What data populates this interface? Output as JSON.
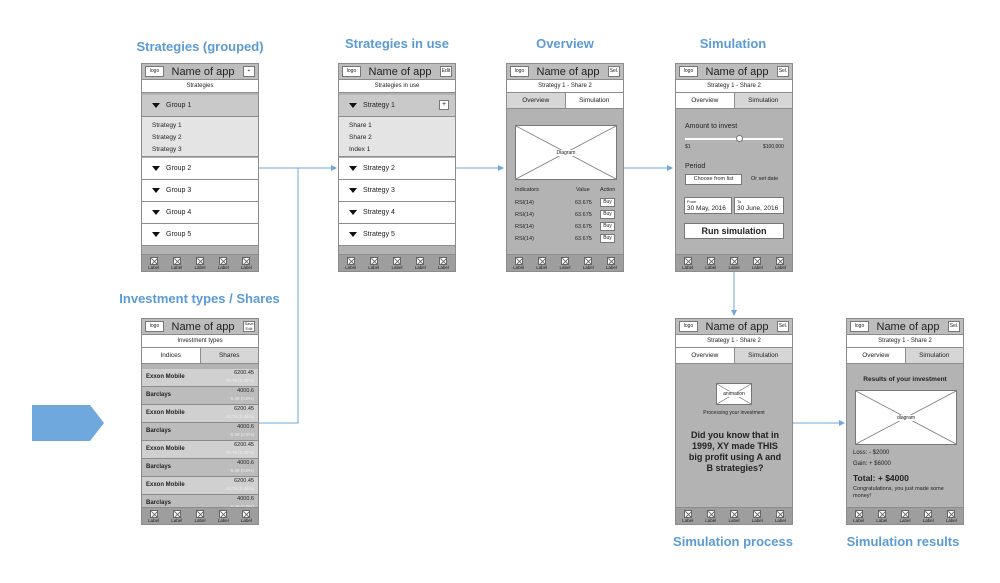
{
  "headings": {
    "strategies_grouped": "Strategies (grouped)",
    "strategies_in_use": "Strategies in use",
    "overview": "Overview",
    "simulation": "Simulation",
    "investment_types": "Investment types / Shares",
    "simulation_process": "Simulation process",
    "simulation_results": "Simulation results"
  },
  "common": {
    "logo": "logo",
    "app_name": "Name of app",
    "bottom_label": "Label",
    "tab_overview": "Overview",
    "tab_simulation": "Simulation",
    "strategy_share": "Strategy 1 - Share 2",
    "diagram": "Diagram",
    "diagram_lower": "diagram"
  },
  "screen_grouped": {
    "corner": "+",
    "subtitle": "Strategies",
    "group_open": "Group 1",
    "sub_items": [
      "Strategy 1",
      "Strategy 2",
      "Strategy 3"
    ],
    "groups": [
      "Group 2",
      "Group 3",
      "Group 4",
      "Group 5"
    ]
  },
  "screen_in_use": {
    "corner": "Edit",
    "subtitle": "Strategies in use",
    "strategy_open": "Strategy 1",
    "plus": "+",
    "sub_items": [
      "Share 1",
      "Share 2",
      "Index 1"
    ],
    "strategies": [
      "Strategy 2",
      "Strategy 3",
      "Strategy 4",
      "Strategy 5"
    ]
  },
  "screen_overview": {
    "corner": "Sel.",
    "col_indicators": "Indicators",
    "col_value": "Value",
    "col_action": "Action",
    "rows": [
      {
        "indicator": "RSI(14)",
        "value": "63.675",
        "action": "Buy"
      },
      {
        "indicator": "RSI(14)",
        "value": "63.675",
        "action": "Buy"
      },
      {
        "indicator": "RSI(14)",
        "value": "63.675",
        "action": "Buy"
      },
      {
        "indicator": "RSI(14)",
        "value": "63.675",
        "action": "Buy"
      }
    ]
  },
  "screen_simulation": {
    "corner": "Sel.",
    "amount_label": "Amount to invest",
    "slider_min": "$1",
    "slider_max": "$100,000",
    "period_label": "Period",
    "choose_list": "Choose from list",
    "or_set_date": "Or set date",
    "from_label": "From",
    "from_value": "30 May, 2016",
    "to_label": "To",
    "to_value": "30 June, 2016",
    "run_button": "Run simulation"
  },
  "screen_investment": {
    "corner": "Save Edit",
    "subtitle": "Investment types",
    "tab_indices": "Indices",
    "tab_shares": "Shares",
    "rows": [
      {
        "name": "Exxon Mobile",
        "value": "6200.45",
        "change": "+0.75 (0.45%)"
      },
      {
        "name": "Barclays",
        "value": "4000.6",
        "change": "-0.48 (0.9%)"
      },
      {
        "name": "Exxon Mobile",
        "value": "6200.45",
        "change": "+0.75 (0.45%)"
      },
      {
        "name": "Barclays",
        "value": "4000.6",
        "change": "-0.48 (0.9%)"
      },
      {
        "name": "Exxon Mobile",
        "value": "6200.45",
        "change": "+0.75 (0.45%)"
      },
      {
        "name": "Barclays",
        "value": "4000.6",
        "change": "-0.48 (0.9%)"
      },
      {
        "name": "Exxon Mobile",
        "value": "6200.45",
        "change": "+0.75 (0.45%)"
      },
      {
        "name": "Barclays",
        "value": "4000.6",
        "change": "-0.48 (0.9%)"
      }
    ]
  },
  "screen_process": {
    "corner": "Sel.",
    "animation": "animation",
    "processing": "Processing your investment",
    "message": "Did you know that in 1999, XY made THIS big profit using A and B strategies?"
  },
  "screen_results": {
    "corner": "Sel.",
    "results_title": "Results of your investment",
    "loss": "Loss: - $2000",
    "gain": "Gain: + $6000",
    "total": "Total: + $4000",
    "congrats": "Congratulations, you just made some money!"
  },
  "colors": {
    "heading_blue": "#5b9bd5",
    "connector_blue": "#6fa8dc",
    "arrow_blue": "#6fa8dc"
  }
}
